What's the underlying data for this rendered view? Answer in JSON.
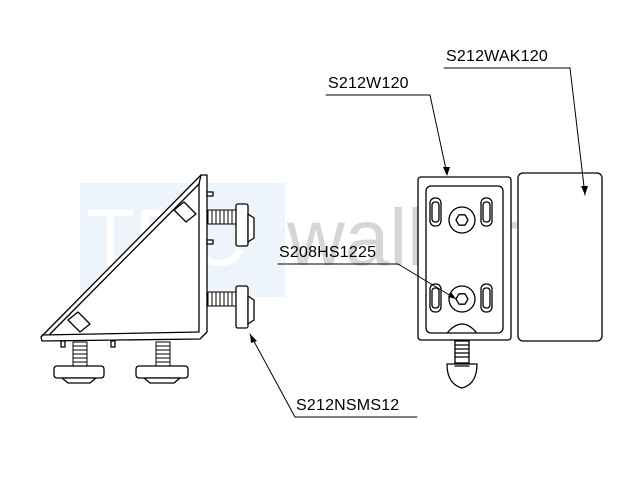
{
  "watermark": {
    "left": "TEC",
    "right": "walker"
  },
  "labels": {
    "wak": "S212WAK120",
    "w": "S212W120",
    "hs": "S208HS1225",
    "nsms": "S212NSMS12"
  },
  "colors": {
    "line": "#000000",
    "watermark_box": "#eef4fc",
    "watermark_text": "#d6d6d6"
  }
}
